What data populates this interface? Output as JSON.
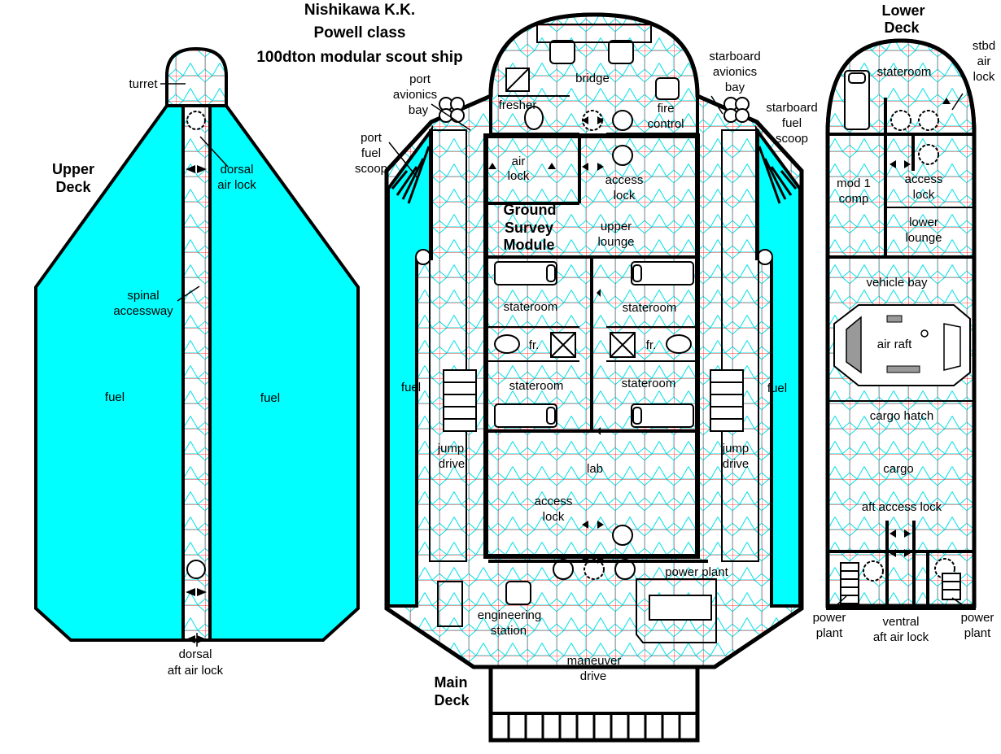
{
  "title": {
    "line1": "Nishikawa K.K.",
    "line2": "Powell class",
    "line3": "100dton modular scout ship"
  },
  "colors": {
    "fuel": "#00ffff",
    "grid_hex": "#00e0e8",
    "grid_line": "#ff0000",
    "wall": "#000000"
  },
  "upper_deck": {
    "heading_1": "Upper",
    "heading_2": "Deck",
    "turret": "turret",
    "dorsal_lock_1": "dorsal",
    "dorsal_lock_2": "air lock",
    "spinal_1": "spinal",
    "spinal_2": "accessway",
    "fuel_port": "fuel",
    "fuel_stbd": "fuel",
    "aft_lock_1": "dorsal",
    "aft_lock_2": "aft air lock"
  },
  "main_deck": {
    "heading_1": "Main",
    "heading_2": "Deck",
    "bridge": "bridge",
    "fresher": "fresher",
    "fire_control_1": "fire",
    "fire_control_2": "control",
    "port_avionics_1": "port",
    "port_avionics_2": "avionics",
    "port_avionics_3": "bay",
    "stbd_avionics_1": "starboard",
    "stbd_avionics_2": "avionics",
    "stbd_avionics_3": "bay",
    "port_scoop_1": "port",
    "port_scoop_2": "fuel",
    "port_scoop_3": "scoop",
    "stbd_scoop_1": "starboard",
    "stbd_scoop_2": "fuel",
    "stbd_scoop_3": "scoop",
    "airlock_1": "air",
    "airlock_2": "lock",
    "access_lock_1": "access",
    "access_lock_2": "lock",
    "module_1": "Ground",
    "module_2": "Survey",
    "module_3": "Module",
    "upper_lounge_1": "upper",
    "upper_lounge_2": "lounge",
    "stateroom_pf": "stateroom",
    "stateroom_sf": "stateroom",
    "fresher_port": "fr.",
    "fresher_stbd": "fr.",
    "stateroom_pa": "stateroom",
    "stateroom_sa": "stateroom",
    "fuel_port": "fuel",
    "fuel_stbd": "fuel",
    "jump_port_1": "jump",
    "jump_port_2": "drive",
    "jump_stbd_1": "jump",
    "jump_stbd_2": "drive",
    "lab": "lab",
    "aft_access_1": "access",
    "aft_access_2": "lock",
    "power_plant": "power plant",
    "eng_1": "engineering",
    "eng_2": "station",
    "maneuver_1": "maneuver",
    "maneuver_2": "drive"
  },
  "lower_deck": {
    "heading_1": "Lower",
    "heading_2": "Deck",
    "stateroom": "stateroom",
    "stbd_lock_1": "stbd",
    "stbd_lock_2": "air",
    "stbd_lock_3": "lock",
    "mod_comp_1": "mod 1",
    "mod_comp_2": "comp",
    "access_lock_1": "access",
    "access_lock_2": "lock",
    "lower_lounge_1": "lower",
    "lower_lounge_2": "lounge",
    "vehicle_bay": "vehicle bay",
    "air_raft": "air raft",
    "cargo_hatch": "cargo hatch",
    "cargo": "cargo",
    "aft_access": "aft access lock",
    "power_port_1": "power",
    "power_port_2": "plant",
    "ventral_1": "ventral",
    "ventral_2": "aft air lock",
    "power_stbd_1": "power",
    "power_stbd_2": "plant"
  }
}
